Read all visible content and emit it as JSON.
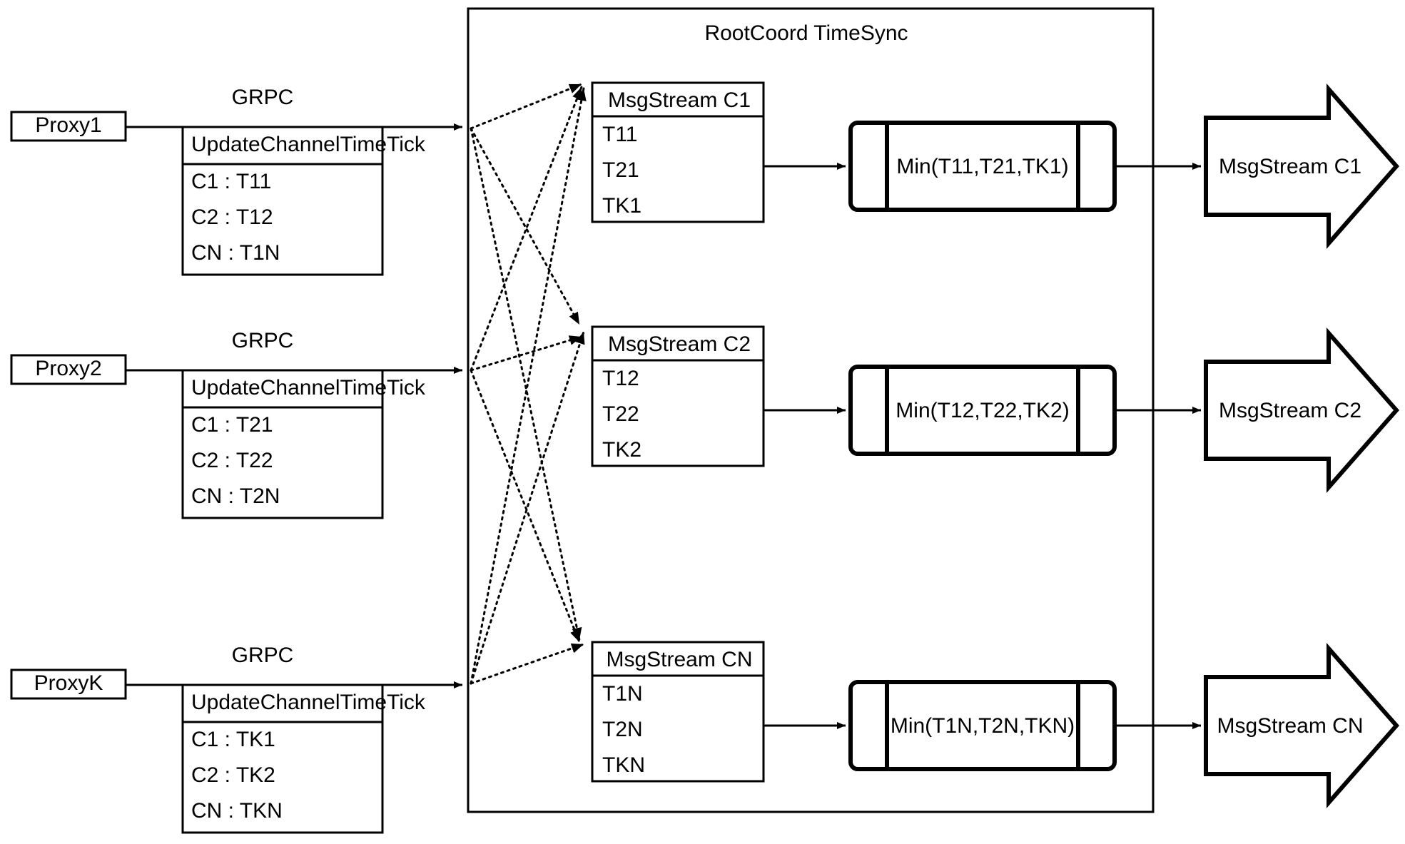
{
  "diagram": {
    "title": "RootCoord TimeSync",
    "container_label": "RootCoord TimeSync",
    "link_label": "GRPC",
    "colors": {
      "stroke": "#000000",
      "fill": "#ffffff",
      "text": "#000000"
    }
  },
  "proxies": [
    {
      "name": "Proxy1",
      "link_label": "GRPC",
      "request": {
        "header": "UpdateChannelTimeTick",
        "rows": [
          "C1 :  T11",
          "C2 :  T12",
          "CN : T1N"
        ]
      }
    },
    {
      "name": "Proxy2",
      "link_label": "GRPC",
      "request": {
        "header": "UpdateChannelTimeTick",
        "rows": [
          "C1 :  T21",
          "C2 :  T22",
          "CN : T2N"
        ]
      }
    },
    {
      "name": "ProxyK",
      "link_label": "GRPC",
      "request": {
        "header": "UpdateChannelTimeTick",
        "rows": [
          "C1 :  TK1",
          "C2 :  TK2",
          "CN : TKN"
        ]
      }
    }
  ],
  "channels": [
    {
      "stream": {
        "header": "MsgStream C1",
        "rows": [
          "T11",
          "T21",
          "TK1"
        ]
      },
      "reducer": {
        "label": "Min(T11,T21,TK1)"
      },
      "output": {
        "label": "MsgStream C1"
      }
    },
    {
      "stream": {
        "header": "MsgStream C2",
        "rows": [
          "T12",
          "T22",
          "TK2"
        ]
      },
      "reducer": {
        "label": "Min(T12,T22,TK2)"
      },
      "output": {
        "label": "MsgStream C2"
      }
    },
    {
      "stream": {
        "header": "MsgStream CN",
        "rows": [
          "T1N",
          "T2N",
          "TKN"
        ]
      },
      "reducer": {
        "label": "Min(T1N,T2N,TKN)"
      },
      "output": {
        "label": "MsgStream CN"
      }
    }
  ]
}
